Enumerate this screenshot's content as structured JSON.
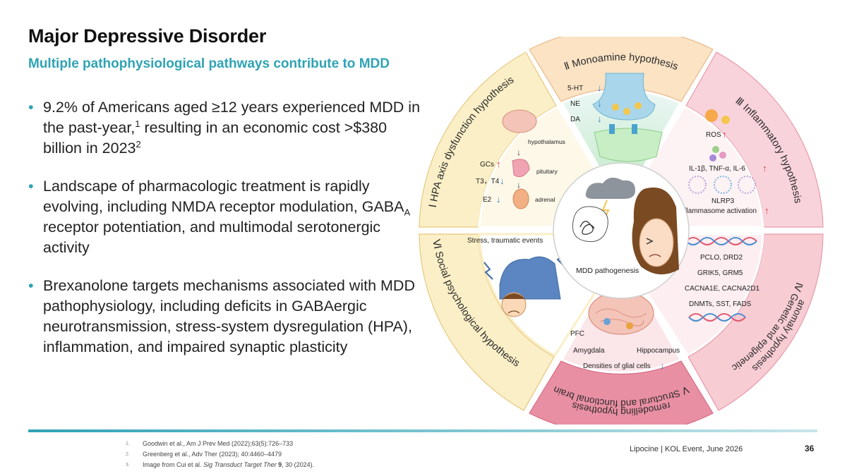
{
  "slide": {
    "title": "Major Depressive Disorder",
    "subtitle": "Multiple pathophysiological pathways contribute to MDD",
    "bullets": [
      {
        "parts": [
          "9.2% of Americans aged ≥12 years experienced MDD in the past-year,",
          "1",
          " resulting in an economic cost >$380 billion in 2023",
          "2"
        ]
      },
      {
        "parts": [
          "Landscape of pharmacologic treatment is rapidly evolving, including NMDA receptor modulation, GABA",
          "A",
          " receptor potentiation, and multimodal serotonergic activity"
        ]
      },
      {
        "text": "Brexanolone targets mechanisms associated with MDD pathophysiology, including deficits in GABAergic neurotransmission, stress-system dysregulation (HPA), inflammation, and impaired synaptic plasticity"
      }
    ],
    "references": [
      {
        "num": "1.",
        "text": "Goodwin et al., Am J Prev Med (2022);63(5):726–733"
      },
      {
        "num": "2.",
        "text": "Greenberg et al., Adv Ther (2023); 40:4460–4479"
      },
      {
        "num": "3.",
        "pre": "Image from Cui et al. ",
        "journal": "Sig Transduct Target Ther",
        "vol": " 9",
        "post": ", 30 (2024)."
      }
    ],
    "footer": "Lipocine | KOL Event, June 2026",
    "page_number": "36"
  },
  "figure": {
    "center_label": "MDD pathogenesis",
    "sectors": {
      "monoamine": {
        "title": "Ⅱ Monoamine hypothesis",
        "labels": [
          "5-HT",
          "NE",
          "DA"
        ]
      },
      "inflammatory": {
        "title": "Ⅲ Inflammatory hypothesis",
        "labels": [
          "ROS",
          "IL-1β, TNF-α, IL-6",
          "NLRP3",
          "inflammasome activation"
        ]
      },
      "genetic": {
        "title_line1": "Ⅳ Genetic and epigenetic",
        "title_line2": "anomaly hypothesis",
        "labels": [
          "PCLO, DRD2",
          "GRIK5, GRM5",
          "CACNA1E, CACNA2D1",
          "DNMTs, SST, FADS"
        ]
      },
      "structural": {
        "title_line1": "Ⅴ Structural and functional brain",
        "title_line2": "remodelling hypothesis",
        "labels": [
          "PFC",
          "Amygdala",
          "Hippocampus",
          "Densities of glial cells"
        ]
      },
      "social": {
        "title": "Ⅵ Social psychological hypothesis",
        "labels": [
          "Stress, traumatic events"
        ]
      },
      "hpa": {
        "title": "Ⅰ HPA axis dysfunction hypothesis",
        "labels": [
          "hypothalamus",
          "pituitary",
          "adrenal",
          "GCs",
          "T3，T4",
          "E2"
        ]
      }
    },
    "colors": {
      "monoamine_ring": "#fbe3c4",
      "inflammatory_ring": "#f9d3dc",
      "genetic_ring": "#f7ccd3",
      "structural_ring": "#e98fa3",
      "social_ring": "#fbefc7",
      "hpa_ring": "#fbefc7",
      "up_arrow": "#d9343d",
      "down_arrow": "#2f7fc1",
      "accent": "#2fa3b5"
    }
  }
}
